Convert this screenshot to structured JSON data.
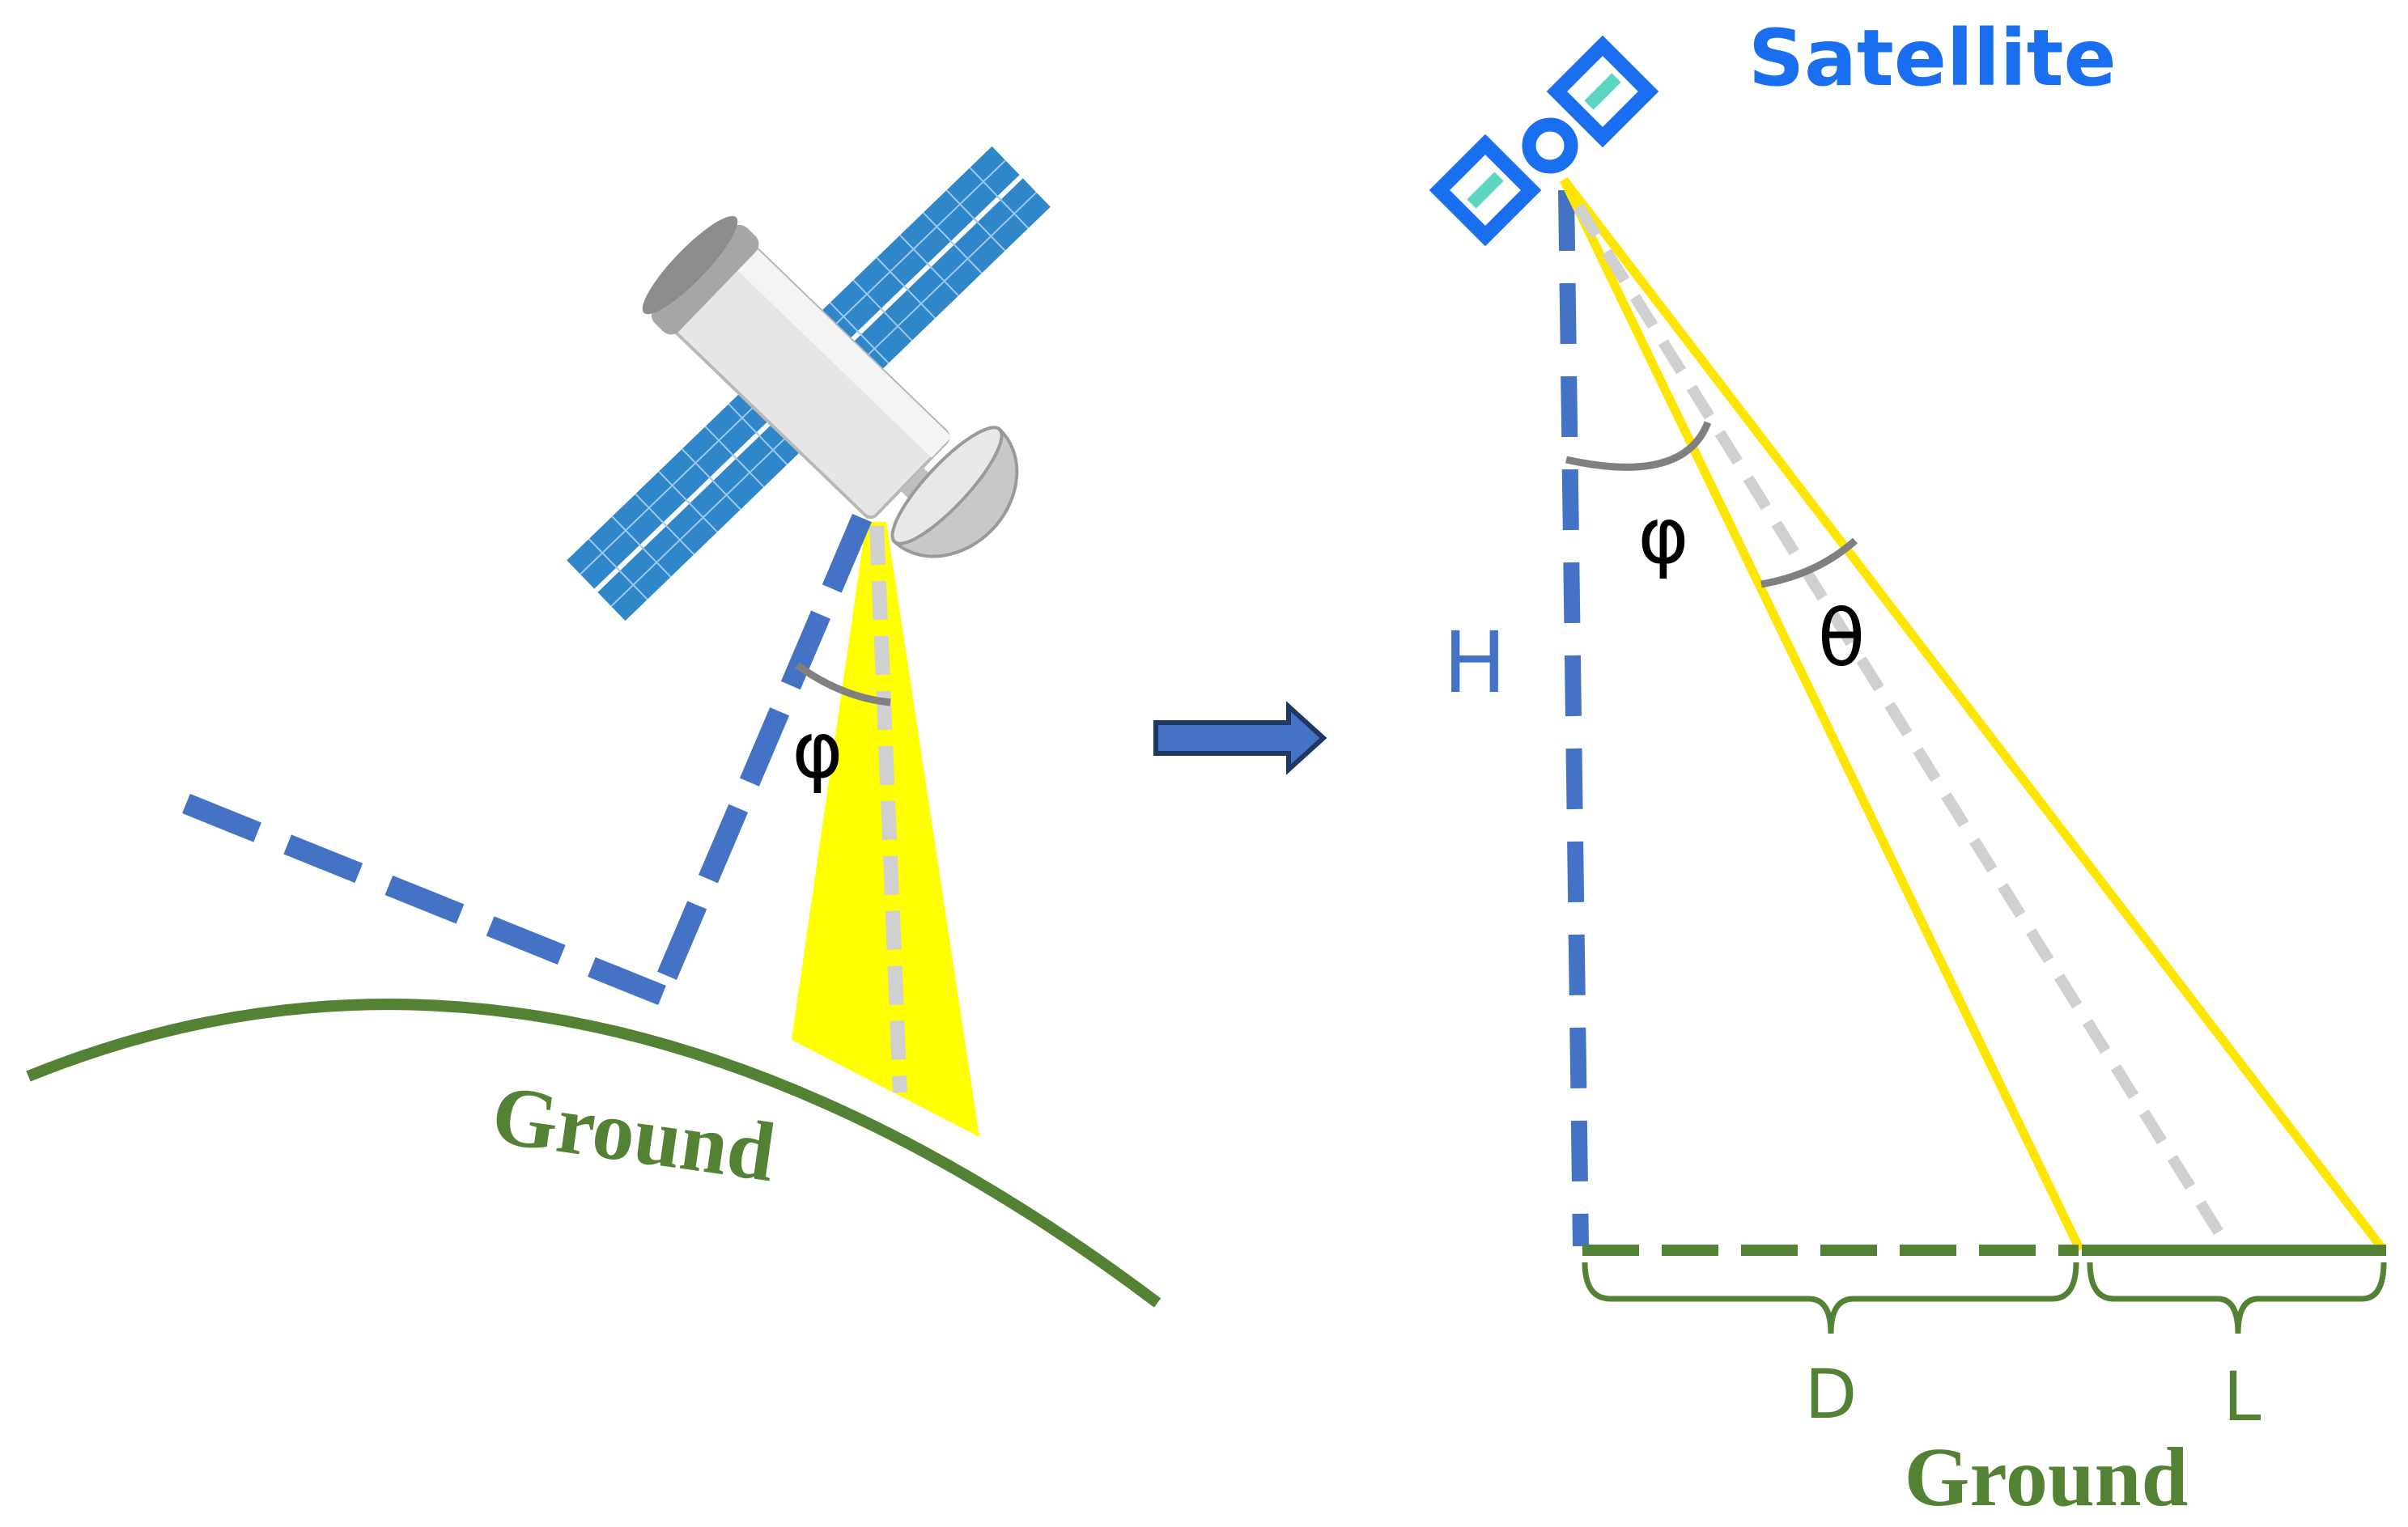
{
  "labels": {
    "satellite": "Satellite",
    "ground_left": "Ground",
    "ground_right": "Ground",
    "phi_left": "φ",
    "phi_right": "φ",
    "theta": "θ",
    "height": "H",
    "distance": "D",
    "length": "L"
  },
  "colors": {
    "blue_dashed": "#4472C4",
    "satellite_icon": "#1A6EF0",
    "satellite_label": "#1A6EF0",
    "beam_yellow": "#FFFF00",
    "beam_outline": "#FFE600",
    "center_dashed": "#D0D0D0",
    "ground_green": "#548235",
    "angle_arc": "#808080",
    "solar_panel": "#2F86C8",
    "arrow_fill": "#4472C4",
    "arrow_stroke": "#1F3864"
  },
  "icons": {
    "left_satellite": "satellite-illustration-icon",
    "right_satellite": "satellite-glyph-icon",
    "transition_arrow": "right-arrow-icon"
  }
}
